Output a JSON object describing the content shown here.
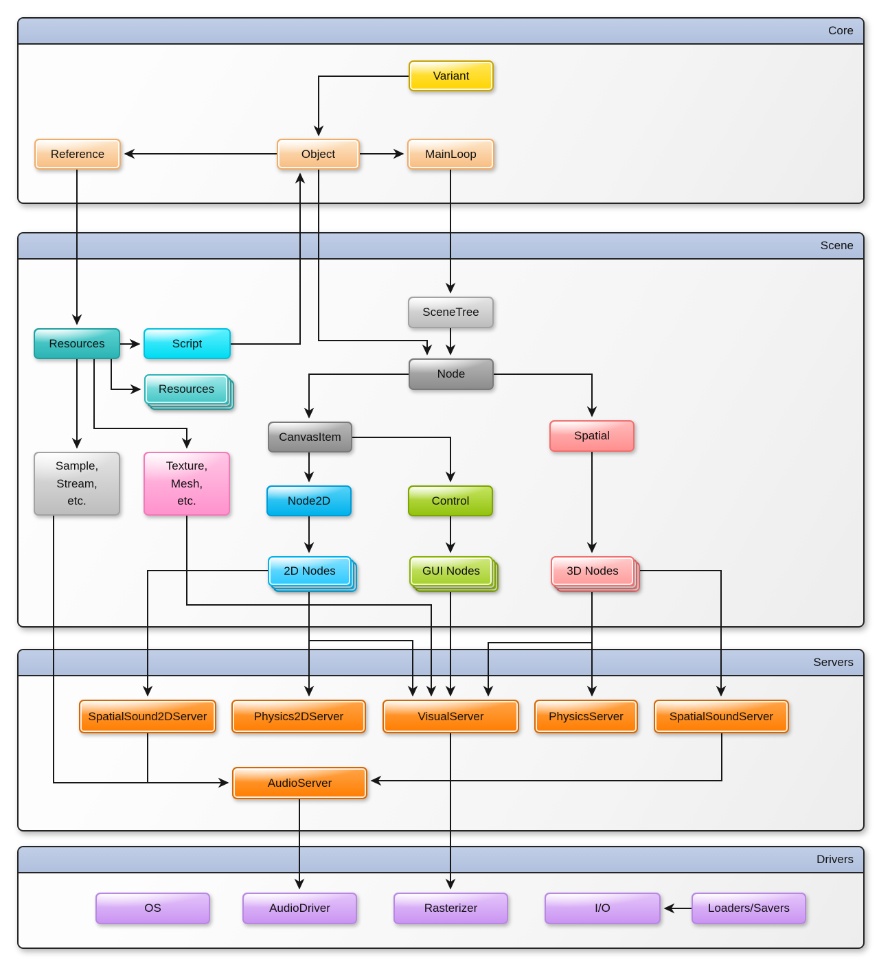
{
  "sections": {
    "core": {
      "label": "Core"
    },
    "scene": {
      "label": "Scene"
    },
    "servers": {
      "label": "Servers"
    },
    "drivers": {
      "label": "Drivers"
    }
  },
  "nodes": {
    "variant": {
      "label": "Variant"
    },
    "reference": {
      "label": "Reference"
    },
    "object": {
      "label": "Object"
    },
    "mainloop": {
      "label": "MainLoop"
    },
    "scenetree": {
      "label": "SceneTree"
    },
    "resources": {
      "label": "Resources"
    },
    "script": {
      "label": "Script"
    },
    "resources_stack": {
      "label": "Resources"
    },
    "sample": {
      "label": "Sample,\nStream,\netc."
    },
    "texture": {
      "label": "Texture,\nMesh,\netc."
    },
    "canvasitem": {
      "label": "CanvasItem"
    },
    "node": {
      "label": "Node"
    },
    "spatial": {
      "label": "Spatial"
    },
    "node2d": {
      "label": "Node2D"
    },
    "control": {
      "label": "Control"
    },
    "nodes_2d": {
      "label": "2D Nodes"
    },
    "nodes_gui": {
      "label": "GUI Nodes"
    },
    "nodes_3d": {
      "label": "3D Nodes"
    },
    "spatial_sound_2d_server": {
      "label": "SpatialSound2DServer"
    },
    "physics_2d_server": {
      "label": "Physics2DServer"
    },
    "visual_server": {
      "label": "VisualServer"
    },
    "physics_server": {
      "label": "PhysicsServer"
    },
    "spatial_sound_server": {
      "label": "SpatialSoundServer"
    },
    "audio_server": {
      "label": "AudioServer"
    },
    "os": {
      "label": "OS"
    },
    "audio_driver": {
      "label": "AudioDriver"
    },
    "rasterizer": {
      "label": "Rasterizer"
    },
    "io": {
      "label": "I/O"
    },
    "loaders_savers": {
      "label": "Loaders/Savers"
    }
  },
  "colors": {
    "section_header": "#b5c4e0",
    "section_border": "#242424",
    "wire": "#161616",
    "variant_yellow": "#ffd400",
    "core_orange": "#f8bd80",
    "gray_light": "#c4c4c4",
    "gray_dark": "#949494",
    "teal": "#2cb4b4",
    "cyan": "#00dcf2",
    "pink": "#ff92cd",
    "salmon": "#ff8f8f",
    "blue": "#00b2ec",
    "green": "#94c30f",
    "server_orange": "#ff7d00",
    "driver_purple": "#ca95f2"
  }
}
